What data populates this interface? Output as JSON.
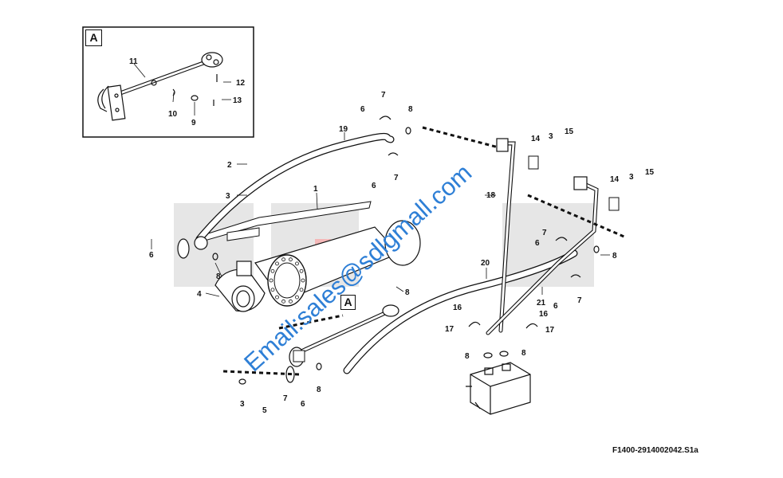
{
  "detail_label": "A",
  "view_label": "A",
  "figure_ref": "F1400-2914002042.S1a",
  "watermark": "Email:sales@sdlgmall.com",
  "watermark_color": "#2e7fd6",
  "logo_ghost_color": "#e6e6e6",
  "part_numbers": {
    "n11": "11",
    "n12": "12",
    "n13": "13",
    "n10": "10",
    "n9": "9",
    "n6a": "6",
    "n7a": "7",
    "n8a": "8",
    "n19": "19",
    "n6b": "6",
    "n7b": "7",
    "n2": "2",
    "n3a": "3",
    "n1": "1",
    "n6c": "6",
    "n8b": "8",
    "n4": "4",
    "n14a": "14",
    "n3b": "3",
    "n15a": "15",
    "n18": "18",
    "n14b": "14",
    "n3c": "3",
    "n15b": "15",
    "n7c": "7",
    "n6d": "6",
    "n8c": "8",
    "n20": "20",
    "n6e": "6",
    "n7d": "7",
    "n21": "21",
    "n8d": "8",
    "n16a": "16",
    "n17a": "17",
    "n16b": "16",
    "n17b": "17",
    "n8e": "8",
    "n8f": "8",
    "n3d": "3",
    "n5": "5",
    "n7e": "7",
    "n6f": "6",
    "n8g": "8"
  }
}
